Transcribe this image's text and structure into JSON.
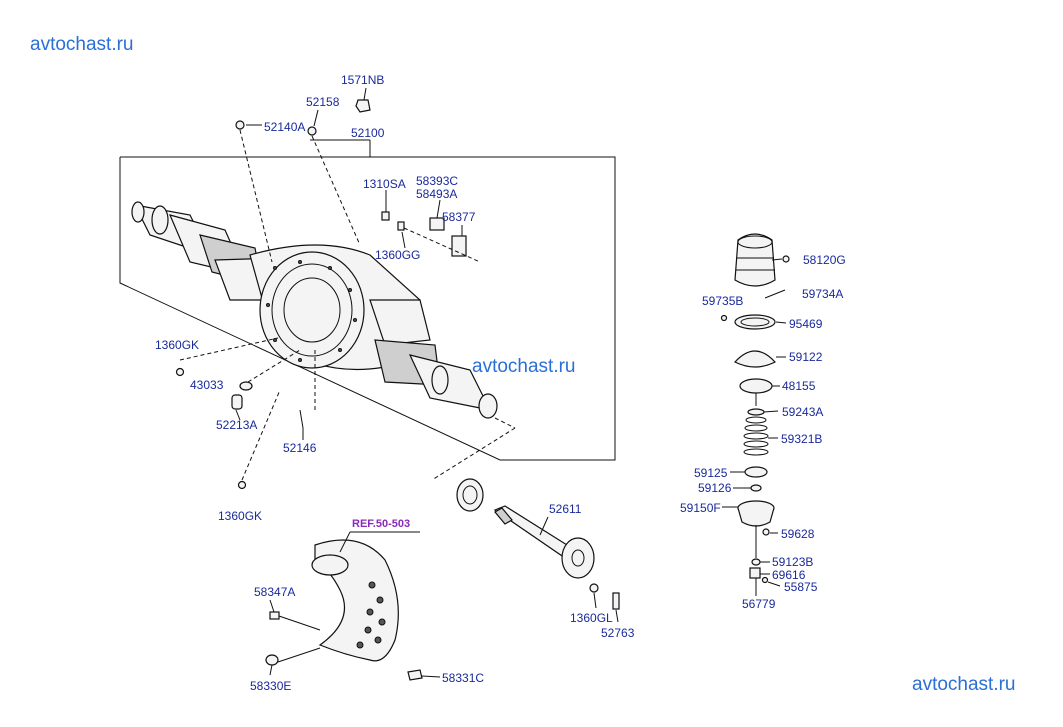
{
  "watermarks": [
    "avtochast.ru",
    "avtochast.ru",
    "avtochast.ru"
  ],
  "reference": "REF.50-503",
  "labels": {
    "p1571NB": "1571NB",
    "p52158": "52158",
    "p52140A": "52140A",
    "p52100": "52100",
    "p1310SA": "1310SA",
    "p58393C": "58393C",
    "p58493A": "58493A",
    "p58377": "58377",
    "p1360GG": "1360GG",
    "p1360GK_a": "1360GK",
    "p43033": "43033",
    "p52213A": "52213A",
    "p52146": "52146",
    "p1360GK_b": "1360GK",
    "p52611": "52611",
    "p1360GL": "1360GL",
    "p52763": "52763",
    "p58347A": "58347A",
    "p58330E": "58330E",
    "p58331C": "58331C",
    "p58120G": "58120G",
    "p59735B": "59735B",
    "p59734A": "59734A",
    "p95469": "95469",
    "p59122": "59122",
    "p48155": "48155",
    "p59243A": "59243A",
    "p59321B": "59321B",
    "p59125": "59125",
    "p59126": "59126",
    "p59150F": "59150F",
    "p59628": "59628",
    "p59123B": "59123B",
    "p69616": "69616",
    "p55875": "55875",
    "p56779": "56779"
  }
}
